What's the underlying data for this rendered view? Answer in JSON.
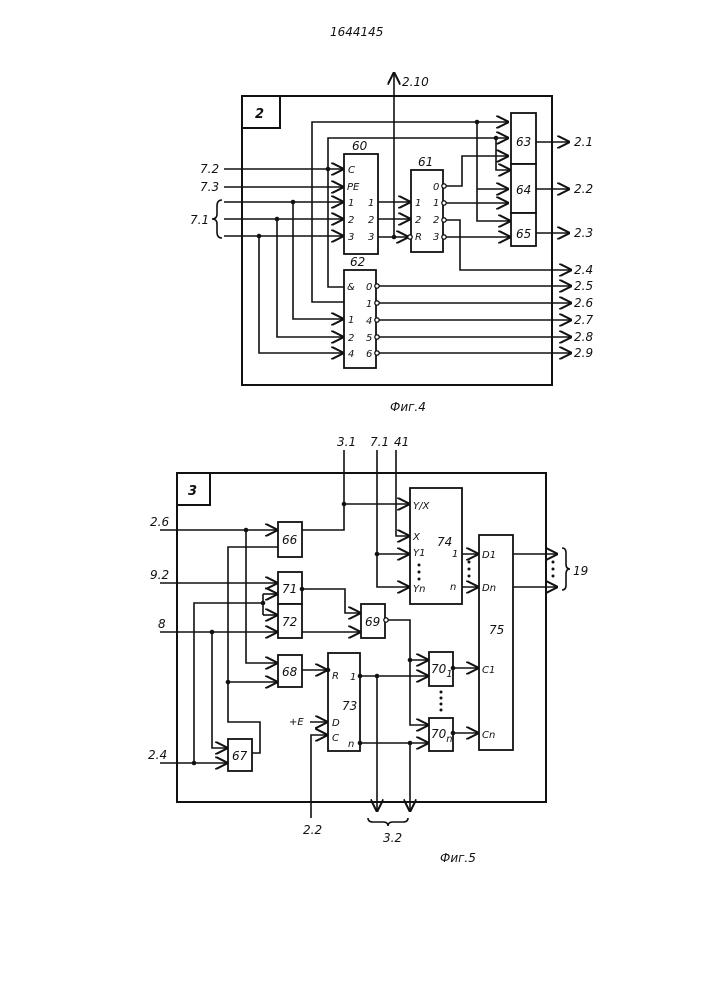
{
  "document": {
    "patent_number": "1644145"
  },
  "fig4": {
    "caption": "Фиг.4",
    "block_label": "2",
    "top_output": "2.10",
    "inputs": [
      "7.2",
      "7.3",
      "7.1"
    ],
    "blocks": {
      "b60": {
        "id": "60",
        "pins_in": [
          "C",
          "PE",
          "1",
          "2",
          "3"
        ],
        "pins_out": [
          "1",
          "2",
          "3"
        ]
      },
      "b61": {
        "id": "61",
        "pins_in": [
          "1",
          "2",
          "R"
        ],
        "pins_out": [
          "0",
          "1",
          "2",
          "3"
        ]
      },
      "b62": {
        "id": "62",
        "pins_in": [
          "&",
          "1",
          "2",
          "4"
        ],
        "pins_out": [
          "0",
          "1",
          "4",
          "5",
          "6"
        ]
      },
      "b63": {
        "id": "63"
      },
      "b64": {
        "id": "64"
      },
      "b65": {
        "id": "65"
      }
    },
    "outputs": [
      "2.1",
      "2.2",
      "2.3",
      "2.4",
      "2.5",
      "2.6",
      "2.7",
      "2.8",
      "2.9"
    ]
  },
  "fig5": {
    "caption": "Фиг.5",
    "block_label": "3",
    "top_inputs": [
      "3.1",
      "7.1",
      "41"
    ],
    "left_inputs": [
      "2.6",
      "9.2",
      "8",
      "2.4"
    ],
    "bottom_input": "2.2",
    "bottom_output": "3.2",
    "right_output": "19",
    "supply": "+E",
    "blocks": {
      "b66": {
        "id": "66"
      },
      "b67": {
        "id": "67"
      },
      "b68": {
        "id": "68"
      },
      "b69": {
        "id": "69"
      },
      "b71": {
        "id": "71"
      },
      "b72": {
        "id": "72"
      },
      "b70_1": {
        "id": "70",
        "sub": "1"
      },
      "b70_n": {
        "id": "70",
        "sub": "n"
      },
      "b73": {
        "id": "73",
        "pins": [
          "R",
          "D",
          "C",
          "1",
          "n"
        ]
      },
      "b74": {
        "id": "74",
        "pins_in": [
          "Y/X",
          "X",
          "Y1",
          "Yn"
        ],
        "pins_out": [
          "1",
          "n"
        ]
      },
      "b75": {
        "id": "75",
        "pins_in": [
          "D1",
          "Dn",
          "C1",
          "Cn"
        ]
      }
    }
  }
}
